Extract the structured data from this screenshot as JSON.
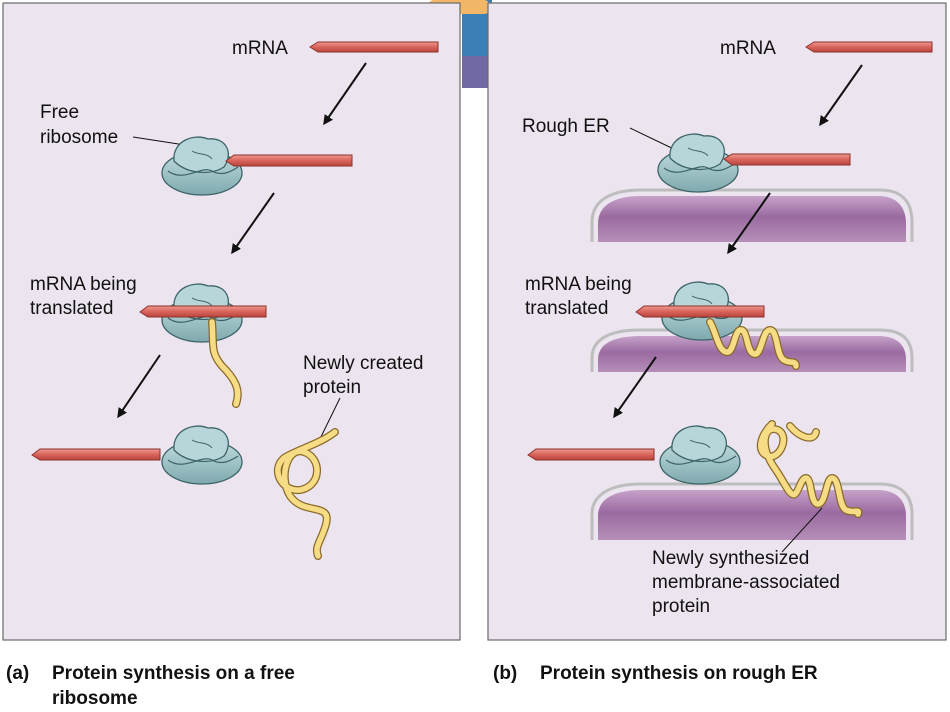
{
  "panel_a": {
    "labels": {
      "mrna": "mRNA",
      "free_ribosome_line1": "Free",
      "free_ribosome_line2": "ribosome",
      "translating_line1": "mRNA being",
      "translating_line2": "translated",
      "new_protein_line1": "Newly created",
      "new_protein_line2": "protein"
    },
    "caption": {
      "letter": "(a)",
      "line1": "Protein synthesis on a free",
      "line2": "ribosome"
    }
  },
  "panel_b": {
    "labels": {
      "mrna": "mRNA",
      "rough_er": "Rough ER",
      "translating_line1": "mRNA being",
      "translating_line2": "translated",
      "new_protein_line1": "Newly synthesized",
      "new_protein_line2": "membrane-associated",
      "new_protein_line3": "protein"
    },
    "caption": {
      "letter": "(b)",
      "line1": "Protein synthesis on rough ER"
    }
  },
  "colors": {
    "panel_background": "#ece4ee",
    "mrna": "#dd6b62",
    "ribosome": "#9cc2c7",
    "protein": "#f6dc84",
    "er_membrane": "#8d5e93"
  }
}
